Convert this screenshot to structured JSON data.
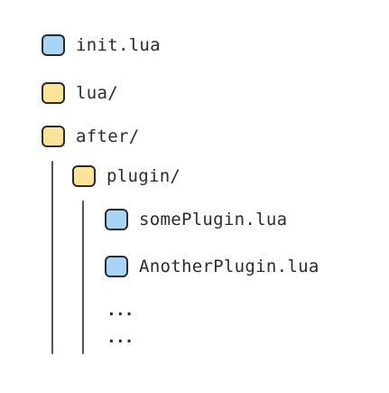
{
  "tree": {
    "items": [
      {
        "label": "init.lua",
        "kind": "file"
      },
      {
        "label": "lua/",
        "kind": "folder"
      },
      {
        "label": "after/",
        "kind": "folder"
      },
      {
        "label": "plugin/",
        "kind": "folder"
      },
      {
        "label": "somePlugin.lua",
        "kind": "file"
      },
      {
        "label": "AnotherPlugin.lua",
        "kind": "file"
      }
    ],
    "ellipsis": [
      "...",
      "..."
    ]
  },
  "colors": {
    "file": "#a9d4f5",
    "folder": "#fbe39a",
    "outline": "#2b2b2b"
  }
}
